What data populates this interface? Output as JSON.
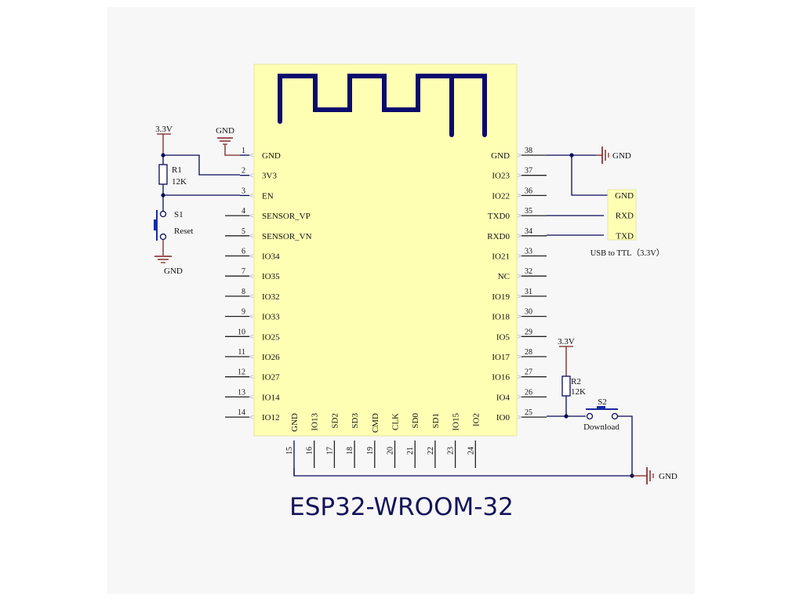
{
  "title": "ESP32-WROOM-32",
  "colors": {
    "chip_fill": "#ffffb4",
    "chip_border": "#e6e6a0",
    "wire": "#0a0a5a",
    "antenna": "#0a0a6e",
    "power": "#7a2020",
    "background": "#f7f7f7"
  },
  "module": {
    "left_pins": [
      {
        "num": "1",
        "name": "GND"
      },
      {
        "num": "2",
        "name": "3V3"
      },
      {
        "num": "3",
        "name": "EN"
      },
      {
        "num": "4",
        "name": "SENSOR_VP"
      },
      {
        "num": "5",
        "name": "SENSOR_VN"
      },
      {
        "num": "6",
        "name": "IO34"
      },
      {
        "num": "7",
        "name": "IO35"
      },
      {
        "num": "8",
        "name": "IO32"
      },
      {
        "num": "9",
        "name": "IO33"
      },
      {
        "num": "10",
        "name": "IO25"
      },
      {
        "num": "11",
        "name": "IO26"
      },
      {
        "num": "12",
        "name": "IO27"
      },
      {
        "num": "13",
        "name": "IO14"
      },
      {
        "num": "14",
        "name": "IO12"
      }
    ],
    "bottom_pins": [
      {
        "num": "15",
        "name": "GND"
      },
      {
        "num": "16",
        "name": "IO13"
      },
      {
        "num": "17",
        "name": "SD2"
      },
      {
        "num": "18",
        "name": "SD3"
      },
      {
        "num": "19",
        "name": "CMD"
      },
      {
        "num": "20",
        "name": "CLK"
      },
      {
        "num": "21",
        "name": "SD0"
      },
      {
        "num": "22",
        "name": "SD1"
      },
      {
        "num": "23",
        "name": "IO15"
      },
      {
        "num": "24",
        "name": "IO2"
      }
    ],
    "right_pins": [
      {
        "num": "38",
        "name": "GND"
      },
      {
        "num": "37",
        "name": "IO23"
      },
      {
        "num": "36",
        "name": "IO22"
      },
      {
        "num": "35",
        "name": "TXD0"
      },
      {
        "num": "34",
        "name": "RXD0"
      },
      {
        "num": "33",
        "name": "IO21"
      },
      {
        "num": "32",
        "name": "NC"
      },
      {
        "num": "31",
        "name": "IO19"
      },
      {
        "num": "30",
        "name": "IO18"
      },
      {
        "num": "29",
        "name": "IO5"
      },
      {
        "num": "28",
        "name": "IO17"
      },
      {
        "num": "27",
        "name": "IO16"
      },
      {
        "num": "26",
        "name": "IO4"
      },
      {
        "num": "25",
        "name": "IO0"
      }
    ]
  },
  "reset_circuit": {
    "supply_label": "3.3V",
    "resistor_ref": "R1",
    "resistor_value": "12K",
    "switch_ref": "S1",
    "switch_label": "Reset",
    "ground_label": "GND",
    "pin1_ground_label": "GND"
  },
  "download_circuit": {
    "supply_label": "3.3V",
    "resistor_ref": "R2",
    "resistor_value": "12K",
    "switch_ref": "S2",
    "switch_label": "Download",
    "ground_label": "GND"
  },
  "usb_ttl": {
    "pins": [
      "GND",
      "RXD",
      "TXD"
    ],
    "caption": "USB to TTL（3.3V）",
    "ground_label": "GND"
  }
}
